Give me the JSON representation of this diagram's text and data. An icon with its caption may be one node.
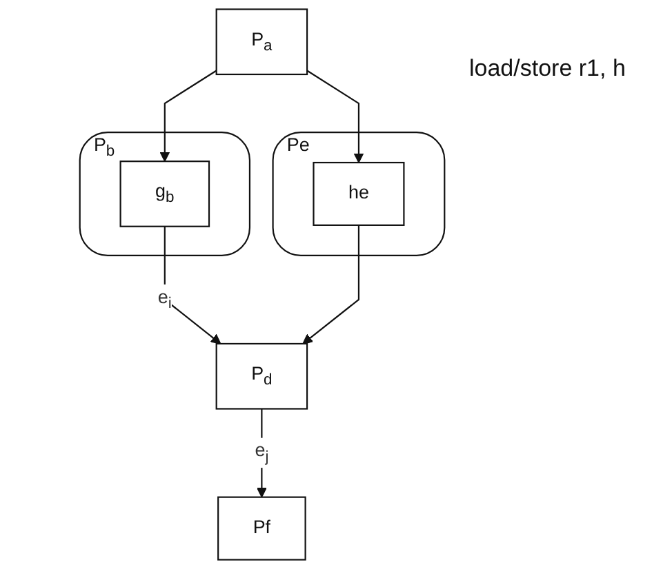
{
  "diagram": {
    "nodes": [
      {
        "text": [
          "P$_{a}$"
        ]
      },
      {
        "text": [
          "P$_{b}$"
        ]
      },
      {
        "text": [
          "g$_{b}$"
        ],
        "in": 1
      },
      {
        "text": [
          "Pe"
        ]
      },
      {
        "text": [
          "he"
        ],
        "in": 3
      },
      {
        "text": [
          "P$_{d}$"
        ]
      },
      {
        "text": [
          "Pf"
        ]
      }
    ],
    "edges": [
      {
        "from": 0,
        "to": 2,
        "arrow": "to"
      },
      {
        "from": 0,
        "to": 4,
        "arrow": "to"
      },
      {
        "from": 2,
        "to": 5,
        "arrow": "to",
        "label": "e$_{i}$"
      },
      {
        "from": 4,
        "to": 5,
        "arrow": "to"
      },
      {
        "from": 5,
        "to": 6,
        "arrow": "to",
        "label": "e$_{j}$"
      }
    ],
    "labels": [
      "load/store r1, h"
    ]
  }
}
